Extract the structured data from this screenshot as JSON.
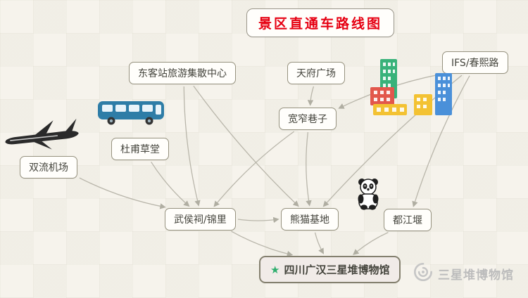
{
  "title": "景区直通车路线图",
  "watermark": {
    "text": "三星堆博物馆"
  },
  "museum_node": {
    "star_glyph": "★"
  },
  "colors": {
    "title_red": "#e60012",
    "box_border": "#96927f",
    "arrow_gray": "#b3b0a4",
    "bus_blue": "#2e7da7",
    "star_green": "#2fae6e",
    "background": "#f6f3ec"
  },
  "icons": [
    {
      "name": "airplane-icon"
    },
    {
      "name": "bus-icon"
    },
    {
      "name": "city-buildings-icon"
    },
    {
      "name": "panda-icon"
    },
    {
      "name": "star-icon"
    },
    {
      "name": "museum-logo-icon"
    }
  ],
  "diagram": {
    "nodes": [
      {
        "id": "dongkezhan",
        "label": "东客站旅游集散中心"
      },
      {
        "id": "tianfu",
        "label": "天府广场"
      },
      {
        "id": "ifs",
        "label": "IFS/春熙路"
      },
      {
        "id": "kuanzhai",
        "label": "宽窄巷子"
      },
      {
        "id": "dufu",
        "label": "杜甫草堂"
      },
      {
        "id": "airport",
        "label": "双流机场"
      },
      {
        "id": "wuhou",
        "label": "武侯祠/锦里"
      },
      {
        "id": "panda",
        "label": "熊猫基地"
      },
      {
        "id": "dujiangyan",
        "label": "都江堰"
      },
      {
        "id": "museum",
        "label": "四川广汉三星堆博物馆"
      }
    ],
    "edges": [
      {
        "from": "dongkezhan",
        "to": "wuhou"
      },
      {
        "from": "dongkezhan",
        "to": "panda"
      },
      {
        "from": "tianfu",
        "to": "kuanzhai"
      },
      {
        "from": "ifs",
        "to": "kuanzhai"
      },
      {
        "from": "ifs",
        "to": "panda"
      },
      {
        "from": "ifs",
        "to": "dujiangyan"
      },
      {
        "from": "kuanzhai",
        "to": "wuhou"
      },
      {
        "from": "kuanzhai",
        "to": "panda"
      },
      {
        "from": "dufu",
        "to": "wuhou"
      },
      {
        "from": "airport",
        "to": "wuhou"
      },
      {
        "from": "wuhou",
        "to": "panda"
      },
      {
        "from": "wuhou",
        "to": "museum"
      },
      {
        "from": "panda",
        "to": "museum"
      },
      {
        "from": "dujiangyan",
        "to": "museum"
      }
    ]
  }
}
